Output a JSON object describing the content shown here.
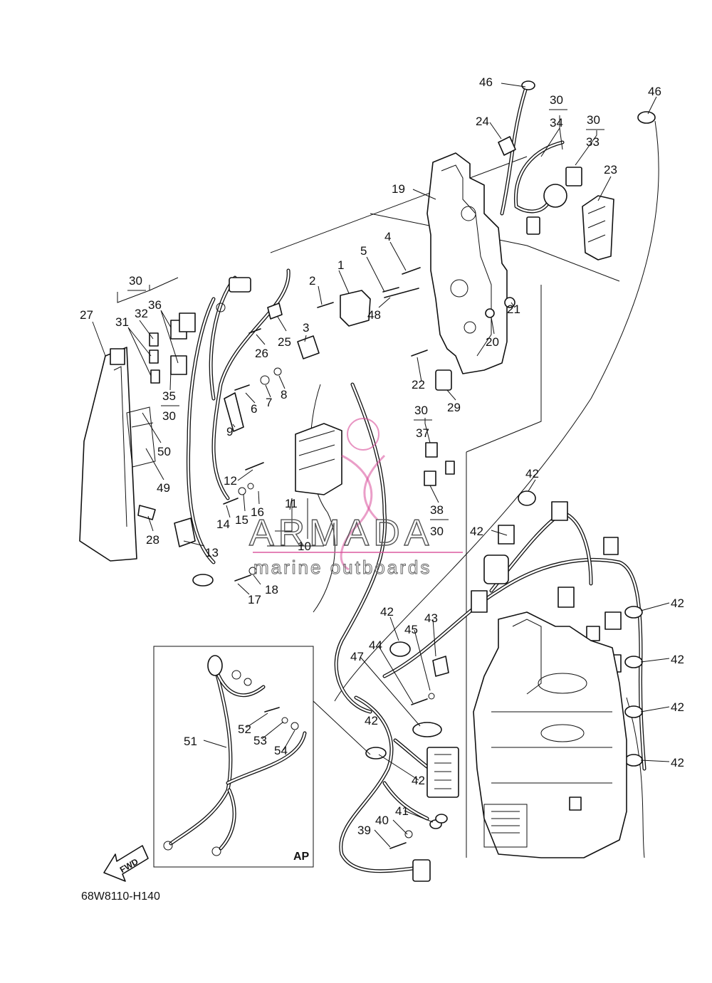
{
  "drawing_id": "68W8110-H140",
  "watermark": {
    "brand": "ARMADA",
    "tagline": "marine outboards",
    "accent_color": "#d94f9a"
  },
  "inset": {
    "label": "AP",
    "callouts": [
      "51",
      "52",
      "53",
      "54"
    ]
  },
  "direction_arrow": {
    "label": "FWD"
  },
  "callouts": [
    "1",
    "2",
    "3",
    "4",
    "5",
    "6",
    "7",
    "8",
    "9",
    "10",
    "11",
    "12",
    "13",
    "14",
    "15",
    "16",
    "17",
    "18",
    "19",
    "20",
    "21",
    "22",
    "23",
    "24",
    "25",
    "26",
    "27",
    "28",
    "29",
    "30",
    "30",
    "30",
    "30",
    "30",
    "30",
    "31",
    "32",
    "33",
    "34",
    "35",
    "36",
    "37",
    "38",
    "39",
    "40",
    "41",
    "42",
    "42",
    "42",
    "42",
    "42",
    "42",
    "42",
    "42",
    "42",
    "43",
    "44",
    "45",
    "46",
    "46",
    "47",
    "48",
    "49",
    "50"
  ]
}
